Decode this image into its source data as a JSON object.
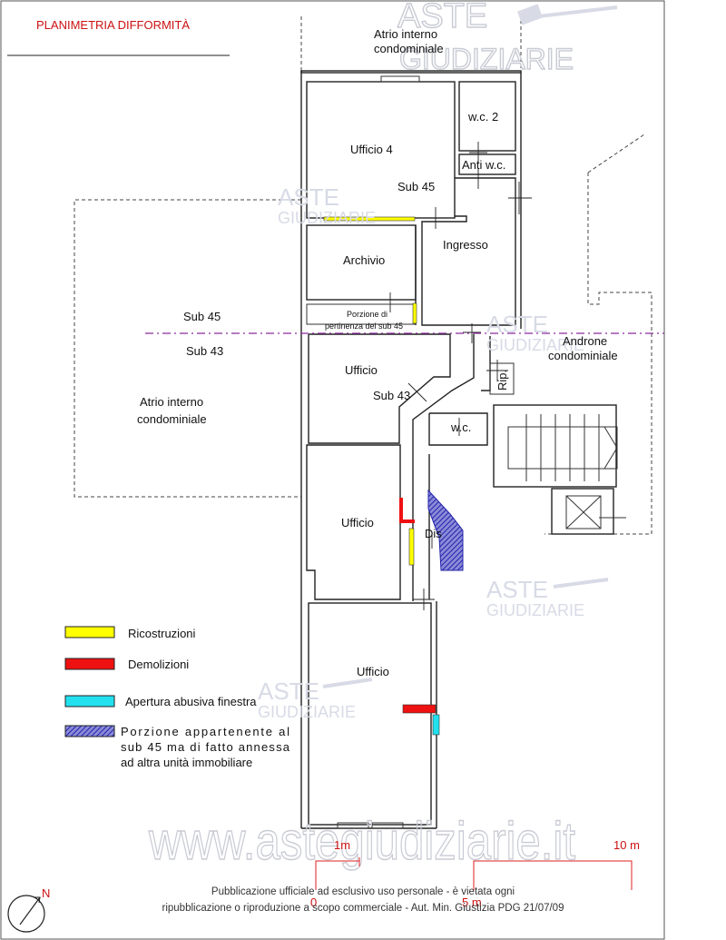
{
  "title": "PLANIMETRIA DIFFORMITÀ",
  "labels": {
    "atrio_top_1": "Atrio interno",
    "atrio_top_2": "condominiale",
    "wc2": "w.c. 2",
    "anti_wc": "Anti w.c.",
    "ufficio4": "Ufficio 4",
    "sub45_inner": "Sub 45",
    "ingresso": "Ingresso",
    "archivio": "Archivio",
    "porzione_1": "Porzione di",
    "porzione_2": "pertinenza del sub 45",
    "sub45_left": "Sub 45",
    "sub43_left": "Sub 43",
    "atrio_left_1": "Atrio interno",
    "atrio_left_2": "condominiale",
    "androne_1": "Androne",
    "androne_2": "condominiale",
    "rip": "Rip.",
    "ufficio_a": "Ufficio",
    "sub43_inner": "Sub 43",
    "wc": "w.c.",
    "ufficio_b": "Ufficio",
    "dis": "Dis",
    "ufficio_c": "Ufficio"
  },
  "legend": [
    {
      "color": "#ffff00",
      "text": "Ricostruzioni",
      "pattern": false
    },
    {
      "color": "#ee1111",
      "text": "Demolizioni",
      "pattern": false
    },
    {
      "color": "#22e0ee",
      "text": "Apertura abusiva finestra",
      "pattern": false
    },
    {
      "color": "#3333bb",
      "text_1": "Porzione appartenente al",
      "text_2": "sub 45 ma di fatto annessa",
      "text_3": "ad altra unità immobiliare",
      "pattern": true
    }
  ],
  "scale": {
    "label_0": "0",
    "label_1": "1m",
    "label_5": "5 m",
    "label_10": "10 m"
  },
  "north": "N",
  "watermark": {
    "line1": "ASTE",
    "line2": "GIUDIZIARIE",
    "site": "www.astegiudiziarie.it"
  },
  "footer": {
    "line1": "Pubblicazione ufficiale ad esclusivo uso personale - è vietata ogni",
    "line2": "ripubblicazione o riproduzione a scopo commerciale - Aut. Min. Giustizia PDG 21/07/09"
  }
}
